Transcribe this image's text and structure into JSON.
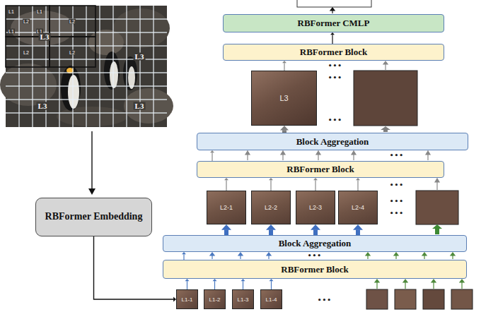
{
  "diagram": {
    "nodes": [
      {
        "text": [
          "RBFormer CMLP"
        ]
      },
      {
        "text": [
          "RBFormer Block"
        ]
      },
      {
        "text": [
          "L3"
        ]
      },
      {
        "text": [
          "Block Aggregation"
        ]
      },
      {
        "text": [
          "RBFormer Block"
        ]
      },
      {
        "text": [
          "L2-1"
        ]
      },
      {
        "text": [
          "L2-2"
        ]
      },
      {
        "text": [
          "L2-3"
        ]
      },
      {
        "text": [
          "L2-4"
        ]
      },
      {
        "text": [
          "RBFormer Embedding"
        ]
      },
      {
        "text": [
          "Block Aggregation"
        ]
      },
      {
        "text": [
          "RBFormer Block"
        ]
      },
      {
        "text": [
          "L1-1"
        ]
      },
      {
        "text": [
          "L1-2"
        ]
      },
      {
        "text": [
          "L1-3"
        ]
      },
      {
        "text": [
          "L1-4"
        ]
      }
    ],
    "edges": [
      {
        "from": 9,
        "to": 12,
        "arrow": "to"
      },
      {
        "from": 12,
        "to": 11,
        "arrow": "to"
      },
      {
        "from": 13,
        "to": 11,
        "arrow": "to"
      },
      {
        "from": 14,
        "to": 11,
        "arrow": "to"
      },
      {
        "from": 15,
        "to": 11,
        "arrow": "to"
      },
      {
        "from": 11,
        "to": 10,
        "arrow": "to"
      },
      {
        "from": 10,
        "to": 5,
        "arrow": "to"
      },
      {
        "from": 10,
        "to": 6,
        "arrow": "to"
      },
      {
        "from": 10,
        "to": 7,
        "arrow": "to"
      },
      {
        "from": 10,
        "to": 8,
        "arrow": "to"
      },
      {
        "from": 5,
        "to": 4,
        "arrow": "to"
      },
      {
        "from": 6,
        "to": 4,
        "arrow": "to"
      },
      {
        "from": 7,
        "to": 4,
        "arrow": "to"
      },
      {
        "from": 8,
        "to": 4,
        "arrow": "to"
      },
      {
        "from": 4,
        "to": 3,
        "arrow": "to"
      },
      {
        "from": 3,
        "to": 2,
        "arrow": "to"
      },
      {
        "from": 2,
        "to": 1,
        "arrow": "to"
      },
      {
        "from": 1,
        "to": 0,
        "arrow": "to"
      }
    ],
    "labels": [
      "L1",
      "L1",
      "L1",
      "L1",
      "L2",
      "L2",
      "L2",
      "L2",
      "L3",
      "L3",
      "L3",
      "L3",
      "•••",
      "•••",
      "•••",
      "•••",
      "•••",
      "•••",
      "•••",
      "•••",
      "•••"
    ]
  }
}
